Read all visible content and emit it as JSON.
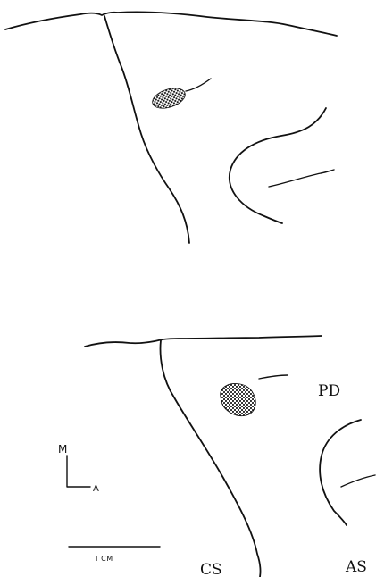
{
  "labels": {
    "pd": "PD",
    "cs": "CS",
    "as": "AS",
    "orientation_m": "M",
    "orientation_a": "A",
    "scale_bar": "I CM"
  },
  "colors": {
    "ink": "#111111",
    "background": "#ffffff"
  }
}
